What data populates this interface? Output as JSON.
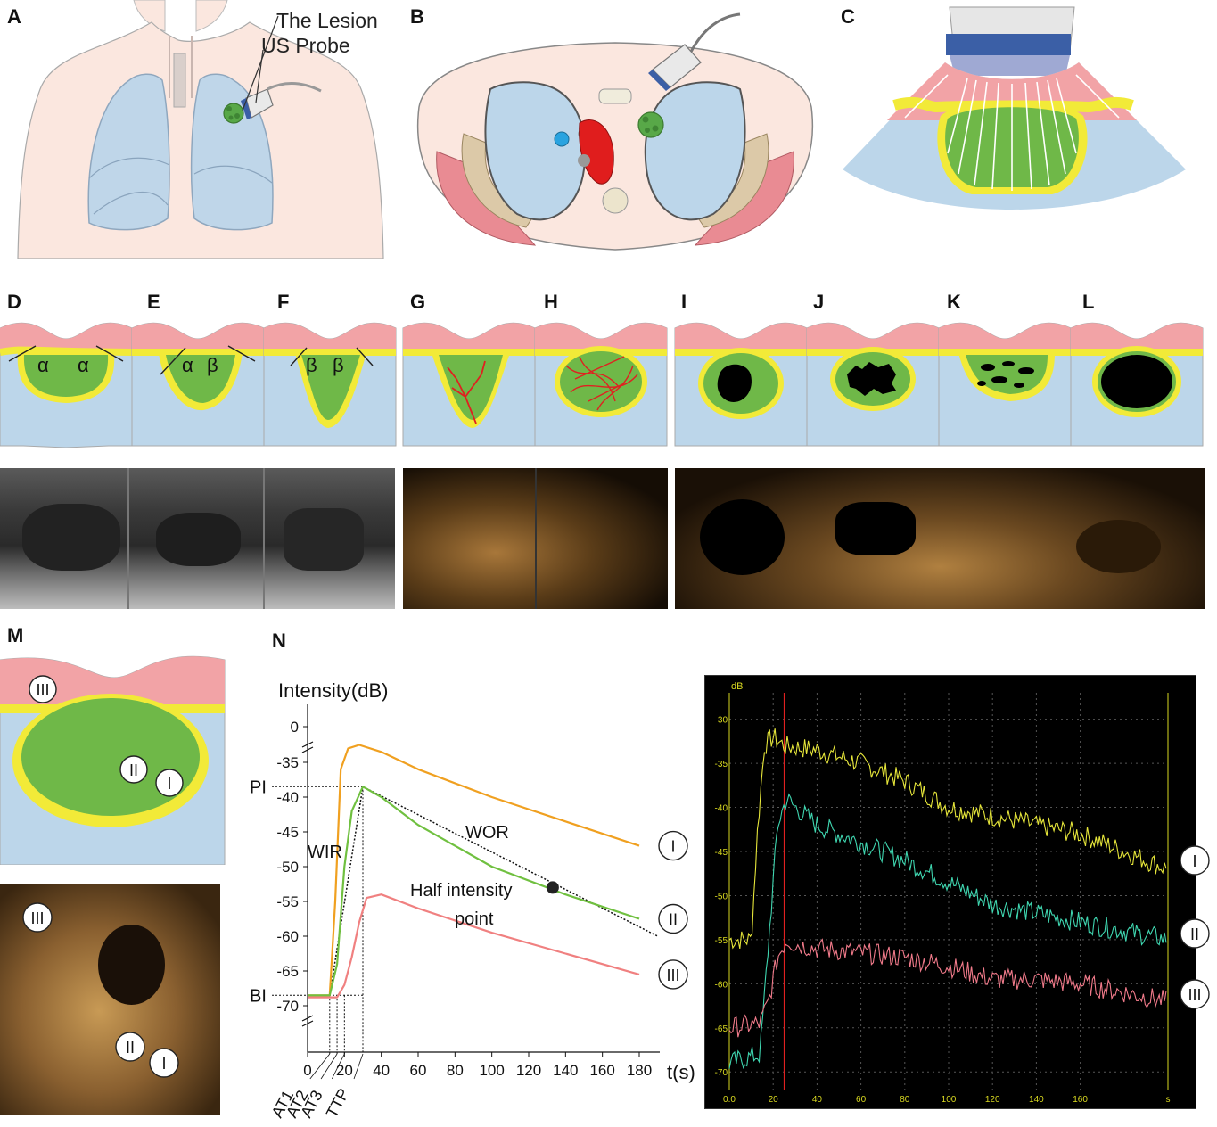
{
  "panels": {
    "A": {
      "letter": "A",
      "lesion_label": "The Lesion",
      "probe_label": "US Probe"
    },
    "B": {
      "letter": "B"
    },
    "C": {
      "letter": "C"
    },
    "D": {
      "letter": "D",
      "angle1": "α",
      "angle2": "α"
    },
    "E": {
      "letter": "E",
      "angle1": "α",
      "angle2": "β"
    },
    "F": {
      "letter": "F",
      "angle1": "β",
      "angle2": "β"
    },
    "G": {
      "letter": "G"
    },
    "H": {
      "letter": "H"
    },
    "I": {
      "letter": "I"
    },
    "J": {
      "letter": "J"
    },
    "K": {
      "letter": "K"
    },
    "L": {
      "letter": "L"
    },
    "M": {
      "letter": "M",
      "markers": [
        "III",
        "II",
        "I"
      ]
    },
    "N": {
      "letter": "N"
    }
  },
  "colors": {
    "tissue_pink": "#f2a3a6",
    "lung_blue": "#bcd6ea",
    "lesion_green": "#6fb848",
    "rim_yellow": "#f2ea38",
    "vessel_red": "#e02020",
    "curve_I": "#f0a020",
    "curve_II": "#70c040",
    "curve_III": "#f08080"
  },
  "chart_data": [
    {
      "type": "line",
      "title": "",
      "ylabel": "Intensity(dB)",
      "xlabel": "t(s)",
      "ylim": [
        -72,
        -30
      ],
      "xlim": [
        0,
        180
      ],
      "y_ticks": [
        "0",
        "-35",
        "-40",
        "-45",
        "-50",
        "-55",
        "-60",
        "-65",
        "-70"
      ],
      "x_ticks": [
        "0",
        "20",
        "40",
        "60",
        "80",
        "100",
        "120",
        "140",
        "160",
        "180"
      ],
      "y_markers": [
        "PI",
        "BI"
      ],
      "x_markers": [
        "AT1",
        "AT2",
        "AT3",
        "TTP"
      ],
      "annotations": [
        "WIR",
        "WOR",
        "Half intensity",
        "point"
      ],
      "half_point": {
        "x": 133,
        "y": -53
      },
      "series": [
        {
          "name": "I",
          "x": [
            0,
            12,
            15,
            18,
            22,
            28,
            40,
            60,
            100,
            140,
            180
          ],
          "y": [
            -68.5,
            -68.5,
            -55,
            -36,
            -33,
            -32.5,
            -33.5,
            -36,
            -40,
            -43.5,
            -47
          ]
        },
        {
          "name": "II",
          "x": [
            0,
            12,
            16,
            20,
            24,
            30,
            40,
            60,
            100,
            140,
            180
          ],
          "y": [
            -68.5,
            -68.5,
            -64,
            -50,
            -42,
            -38.5,
            -40,
            -44,
            -50,
            -54,
            -57.5
          ]
        },
        {
          "name": "III",
          "x": [
            0,
            16,
            20,
            24,
            28,
            32,
            40,
            60,
            100,
            140,
            180
          ],
          "y": [
            -68.8,
            -68.8,
            -67,
            -63,
            -58,
            -54.5,
            -54,
            -56,
            -59.5,
            -62.5,
            -65.5
          ]
        }
      ]
    },
    {
      "type": "line",
      "title": "",
      "ylabel": "dB",
      "xlabel": "s",
      "ylim": [
        -72,
        -27
      ],
      "xlim": [
        0,
        200
      ],
      "y_ticks": [
        "-30",
        "-35",
        "-40",
        "-45",
        "-50",
        "-55",
        "-60",
        "-65",
        "-70"
      ],
      "x_ticks": [
        "0.0",
        "20",
        "40",
        "60",
        "80",
        "100",
        "120",
        "140",
        "160",
        "s"
      ],
      "marker_x": 25,
      "series": [
        {
          "name": "I",
          "x": [
            0,
            10,
            13,
            16,
            20,
            25,
            40,
            60,
            80,
            100,
            120,
            140,
            160,
            180,
            200
          ],
          "y": [
            -55,
            -55,
            -42,
            -33,
            -32,
            -33,
            -33.5,
            -35,
            -37,
            -40,
            -41,
            -42,
            -43,
            -45,
            -47
          ]
        },
        {
          "name": "II",
          "x": [
            0,
            14,
            18,
            22,
            26,
            30,
            40,
            60,
            80,
            100,
            120,
            140,
            160,
            180,
            200
          ],
          "y": [
            -69,
            -68,
            -55,
            -42,
            -39,
            -40,
            -42,
            -44,
            -46,
            -48.5,
            -51,
            -52,
            -53,
            -54,
            -55
          ]
        },
        {
          "name": "III",
          "x": [
            0,
            14,
            18,
            22,
            26,
            30,
            40,
            60,
            80,
            100,
            120,
            140,
            160,
            180,
            200
          ],
          "y": [
            -65,
            -64.5,
            -62,
            -57,
            -55,
            -55.5,
            -56,
            -56.5,
            -57,
            -58,
            -59.5,
            -59.5,
            -60,
            -61,
            -62
          ]
        }
      ]
    }
  ]
}
